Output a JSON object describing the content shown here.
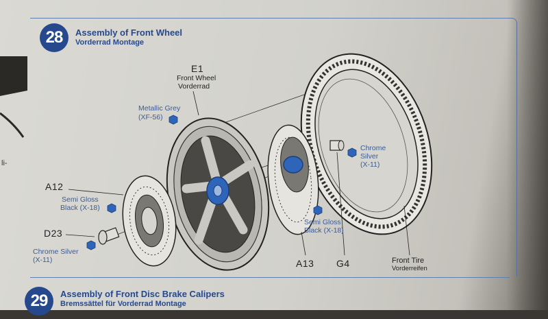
{
  "steps": [
    {
      "number": "28",
      "title": "Assembly of Front Wheel",
      "subtitle": "Vorderrad Montage"
    },
    {
      "number": "29",
      "title": "Assembly of Front Disc Brake Calipers",
      "subtitle": "Bremssättel für Vorderrad Montage"
    }
  ],
  "parts": {
    "e1": {
      "code": "E1",
      "name": "Front Wheel",
      "name_de": "Vorderrad"
    },
    "a12": {
      "code": "A12"
    },
    "d23": {
      "code": "D23"
    },
    "a13": {
      "code": "A13"
    },
    "g4": {
      "code": "G4"
    },
    "tire": {
      "name": "Front Tire",
      "name_de": "Vorderreifen"
    }
  },
  "paints": {
    "metallic_grey": {
      "line1": "Metallic Grey",
      "line2": "(XF-56)"
    },
    "semi_gloss_left": {
      "line1": "Semi Gloss",
      "line2": "Black (X-18)"
    },
    "chrome_silver_left": {
      "line1": "Chrome Silver",
      "line2": "(X-11)"
    },
    "semi_gloss_right": {
      "line1": "Semi Gloss",
      "line2": "Black (X-18)"
    },
    "chrome_silver_right": {
      "line1": "Chrome",
      "line2": "Silver",
      "line3": "(X-11)"
    }
  },
  "edge": {
    "fragment": "li-"
  },
  "colors": {
    "accent": "#26498e",
    "paint_marker": "#2f65b8",
    "paper": "#d6d5cf"
  }
}
